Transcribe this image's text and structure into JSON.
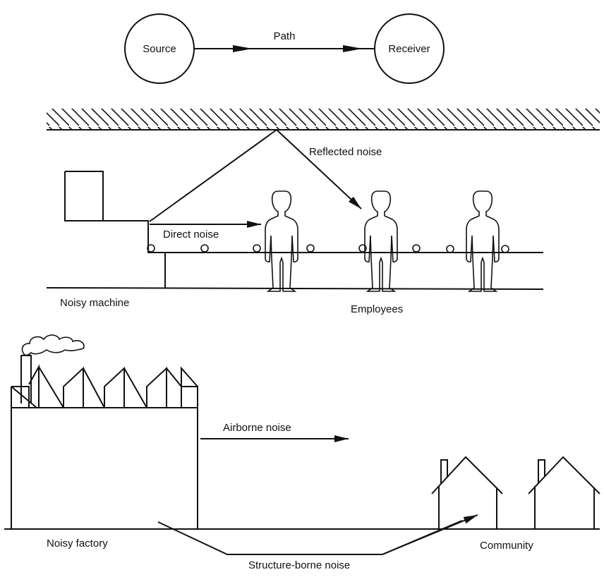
{
  "model": {
    "source": "Source",
    "path": "Path",
    "receiver": "Receiver"
  },
  "workplace": {
    "reflected_noise": "Reflected noise",
    "direct_noise": "Direct noise",
    "noisy_machine": "Noisy machine",
    "employees": "Employees"
  },
  "community_scene": {
    "airborne_noise": "Airborne noise",
    "noisy_factory": "Noisy factory",
    "community": "Community",
    "structure_borne_noise": "Structure-borne noise"
  }
}
